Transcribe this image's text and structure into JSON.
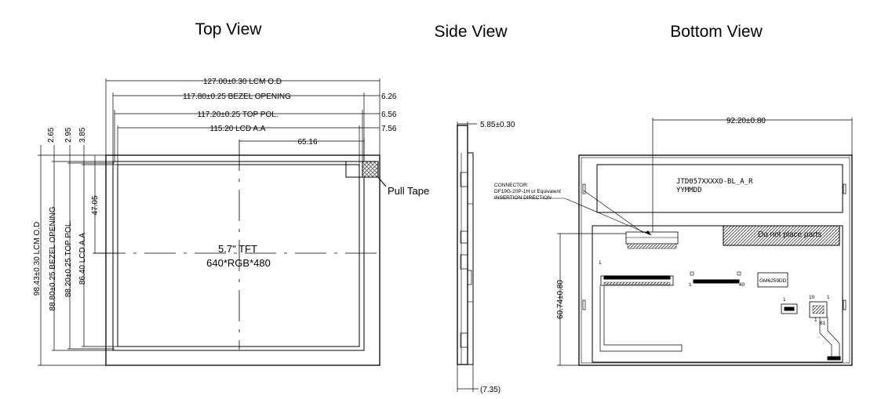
{
  "titles": {
    "top": "Top View",
    "side": "Side View",
    "bottom": "Bottom View"
  },
  "top_view": {
    "dim_lcm_od_w": "127.00±0.30 LCM O.D",
    "dim_bezel_w": "117.80±0.25 BEZEL OPENING",
    "dim_pol_w": "117.20±0.25 TOP POL.",
    "dim_aa_w": "115.20 LCD A.A",
    "dim_65": "65.16",
    "off_626": "6.26",
    "off_656": "6.56",
    "off_756": "7.56",
    "off_265": "2.65",
    "off_295": "2.95",
    "off_385": "3.85",
    "dim_4705": "47.05",
    "dim_lcm_od_h": "98.43±0.30 LCM O.D",
    "dim_bezel_h": "88.80±0.25 BEZEL OPENING",
    "dim_pol_h": "88.20±0.25 TOP POL.",
    "dim_aa_h": "86.40 LCD A.A",
    "center_line1": "5.7\" TFT",
    "center_line2": "640*RGB*480",
    "pull_tape": "Pull Tape"
  },
  "side_view": {
    "thickness": "5.85±0.30",
    "bottom_dim": "(7.35)"
  },
  "bottom_view": {
    "dim_9220": "92.20±0.80",
    "dim_6074": "60.74±0.80",
    "connector_line1": "CONNECTOR:",
    "connector_line2": "DF19G-20P-1H or Equivalent",
    "insertion": "INSERTION DIRECTION",
    "label_line1": "JTD057XXXXO-BL_A_R",
    "label_line2": "YYMMDD",
    "do_not_place": "Do not place parts",
    "chip": "GM6259DD",
    "pin_1a": "1",
    "pin_40": "40",
    "pin_1b": "1",
    "pin_1c": "1",
    "pin_10": "10",
    "pin_1d": "1",
    "pin_1e": "1",
    "pin_81": "81"
  }
}
